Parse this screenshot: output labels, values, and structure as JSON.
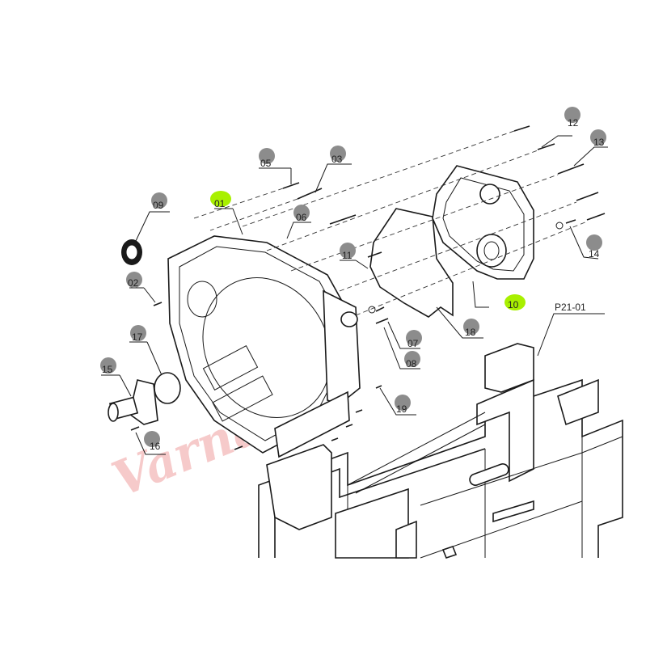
{
  "colors": {
    "badge_gray": "#8c8c8c",
    "highlight_green": "#a8f000",
    "line": "#1a1a1a",
    "watermark": "#f0a0a0"
  },
  "callouts": [
    {
      "id": "c01",
      "label": "01",
      "highlight": true
    },
    {
      "id": "c02",
      "label": "02",
      "highlight": false
    },
    {
      "id": "c03",
      "label": "03",
      "highlight": false
    },
    {
      "id": "c05",
      "label": "05",
      "highlight": false
    },
    {
      "id": "c06",
      "label": "06",
      "highlight": false
    },
    {
      "id": "c07",
      "label": "07",
      "highlight": false
    },
    {
      "id": "c08",
      "label": "08",
      "highlight": false
    },
    {
      "id": "c09",
      "label": "09",
      "highlight": false
    },
    {
      "id": "c10",
      "label": "10",
      "highlight": true
    },
    {
      "id": "c11",
      "label": "11",
      "highlight": false
    },
    {
      "id": "c12",
      "label": "12",
      "highlight": false
    },
    {
      "id": "c13",
      "label": "13",
      "highlight": false
    },
    {
      "id": "c14",
      "label": "14",
      "highlight": false
    },
    {
      "id": "c15",
      "label": "15",
      "highlight": false
    },
    {
      "id": "c16",
      "label": "16",
      "highlight": false
    },
    {
      "id": "c17",
      "label": "17",
      "highlight": false
    },
    {
      "id": "c18",
      "label": "18",
      "highlight": false
    },
    {
      "id": "c19",
      "label": "19",
      "highlight": false
    }
  ],
  "reference_label": "P21-01",
  "watermark": "Varna"
}
